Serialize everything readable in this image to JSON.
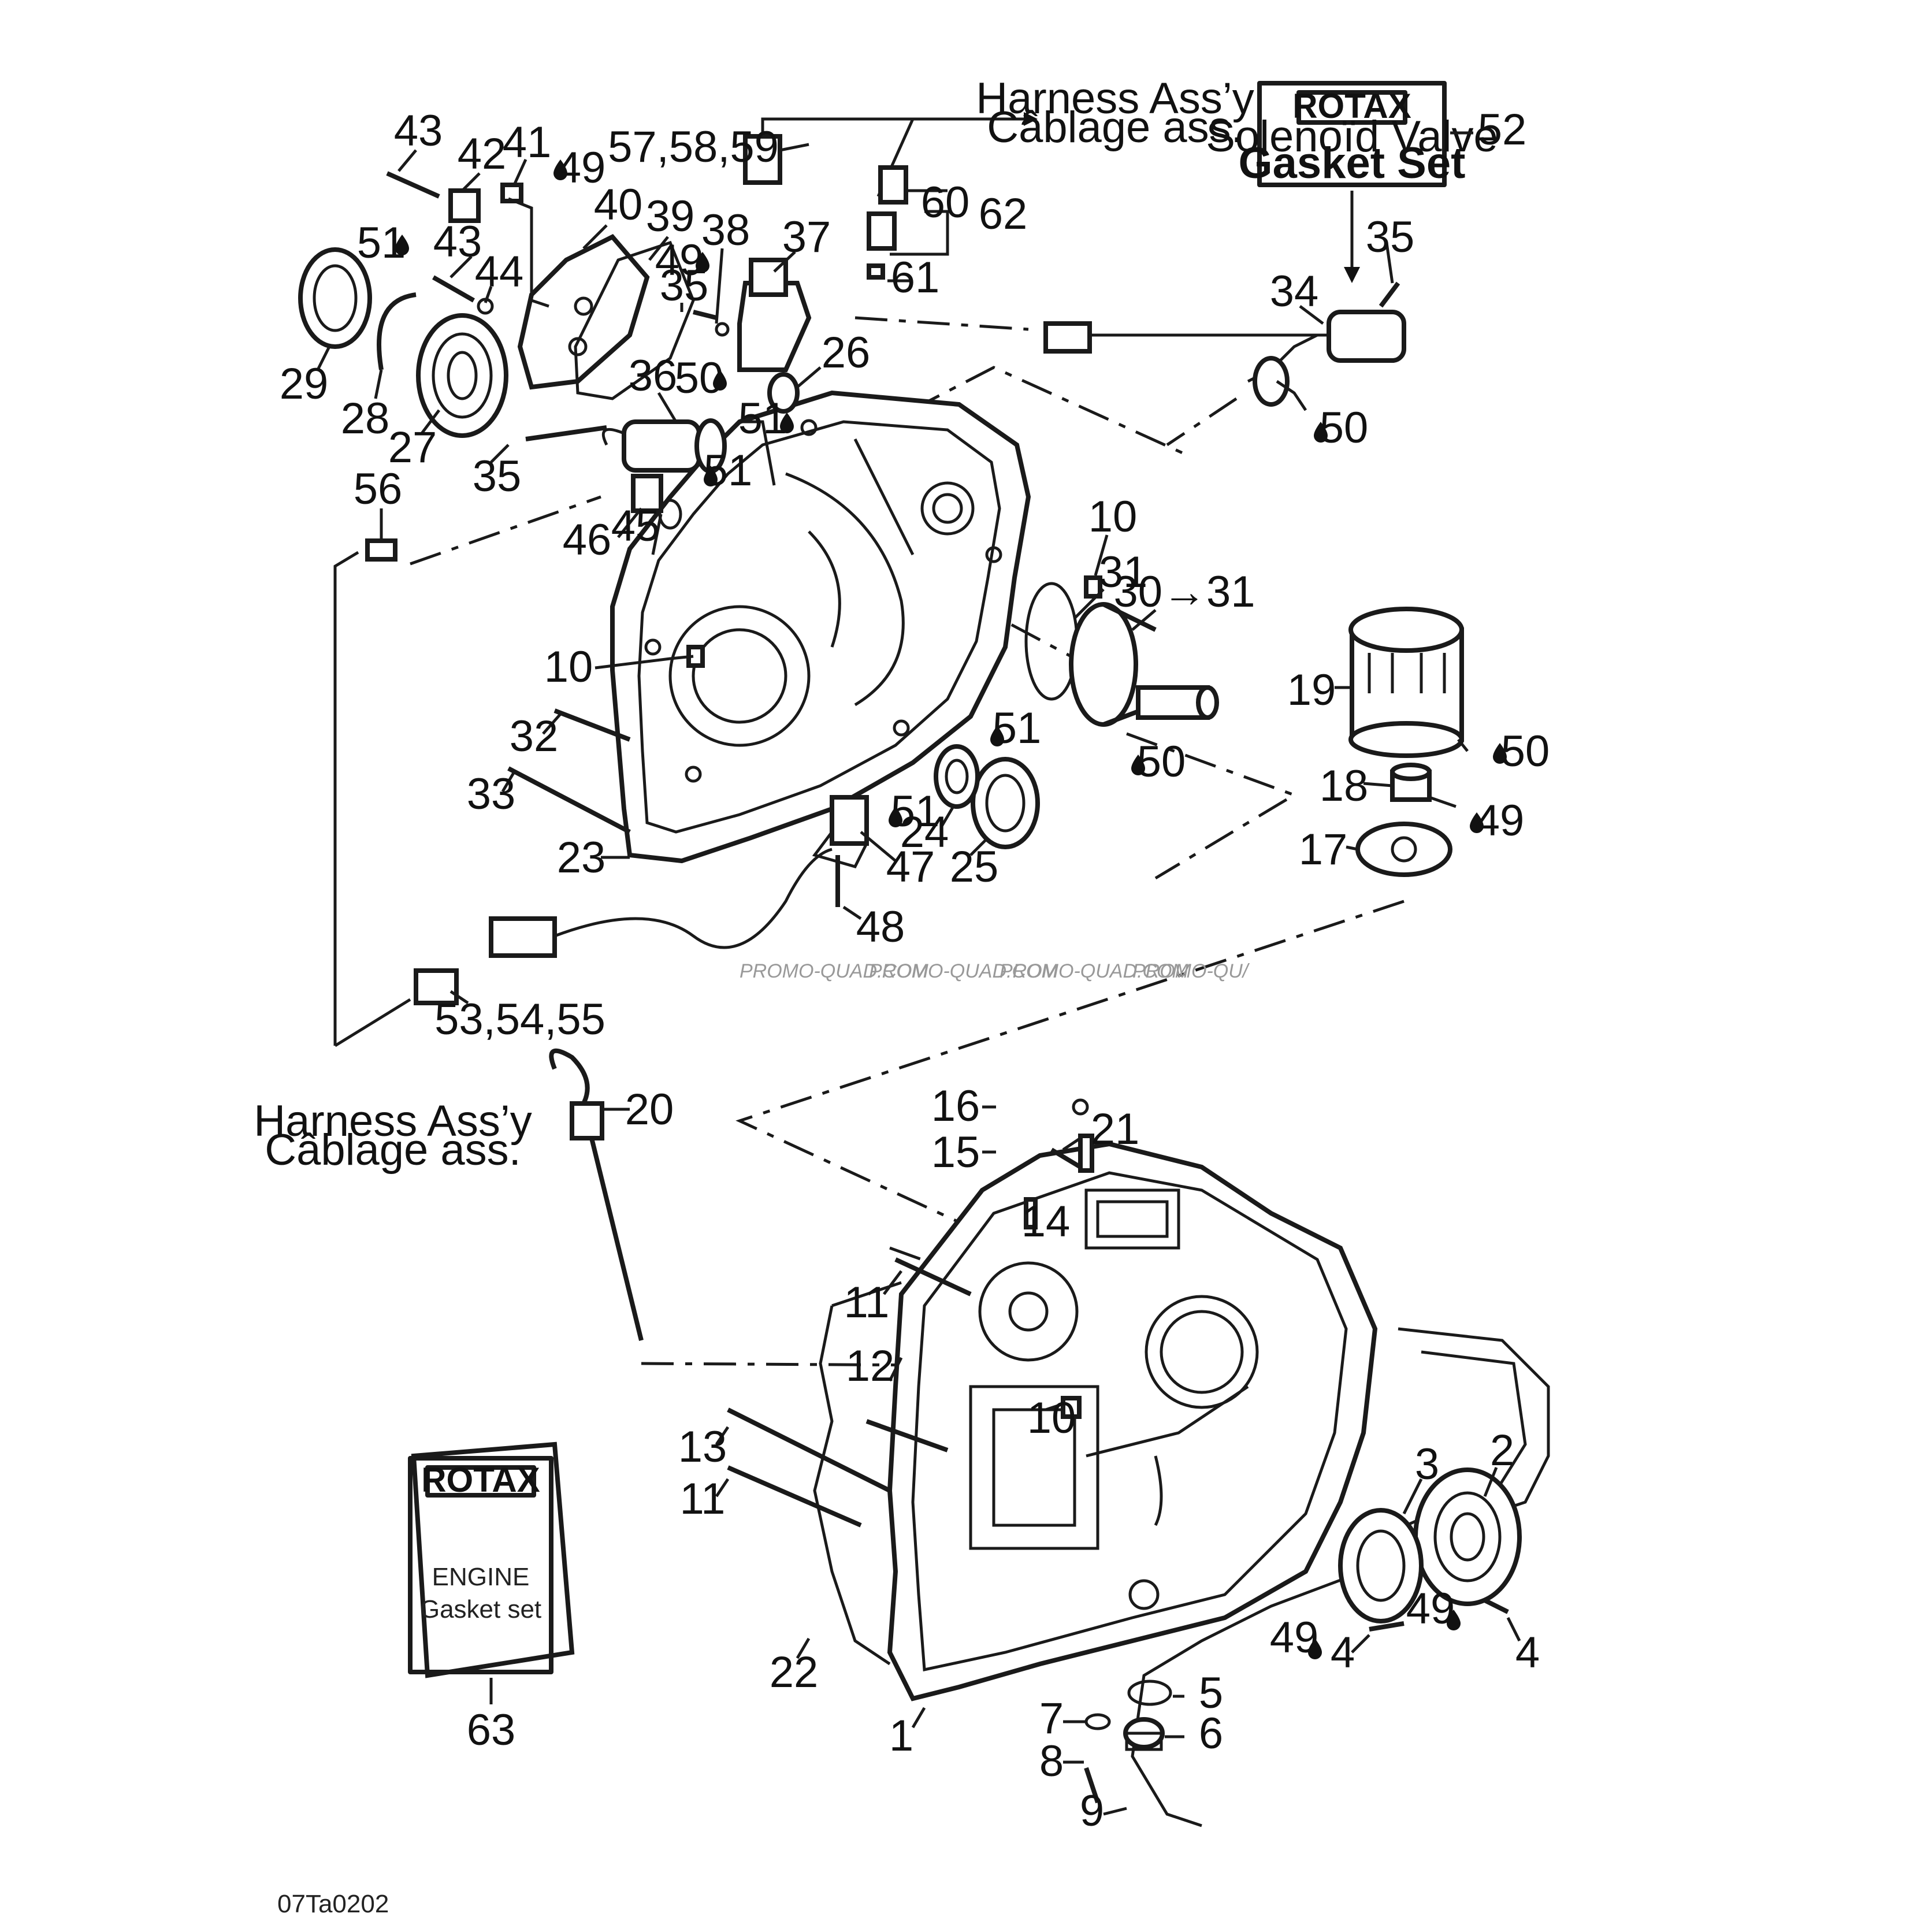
{
  "harness_label_top": [
    "Harness Ass’y",
    "Câblage ass."
  ],
  "harness_label_left": [
    "Harness Ass’y",
    "Câblage ass."
  ],
  "solenoid_kit": {
    "brand": "ROTAX",
    "line1": "Solenoïd Valve",
    "line2": "Gasket Set",
    "ref": "52"
  },
  "engine_kit": {
    "brand": "ROTAX",
    "line1": "ENGINE",
    "line2": "Gasket set",
    "ref": "63"
  },
  "watermark": [
    "PROMO-QUAD.COM",
    "PROMO-QUAD.COM",
    "PROMO-QUAD.COM",
    "PROMO-QU/"
  ],
  "drawing_code": "07Ta0202",
  "callouts": {
    "c1": "1",
    "c2": "2",
    "c3": "3",
    "c4a": "4",
    "c4b": "4",
    "c5": "5",
    "c6": "6",
    "c7": "7",
    "c8": "8",
    "c9": "9",
    "c10a": "10",
    "c10b": "10",
    "c10c": "10",
    "c11a": "11",
    "c11b": "11",
    "c12": "12",
    "c13": "13",
    "c14": "14",
    "c15": "15",
    "c16": "16",
    "c17": "17",
    "c18": "18",
    "c19": "19",
    "c20": "20",
    "c21": "21",
    "c22": "22",
    "c23": "23",
    "c24": "24",
    "c25": "25",
    "c26": "26",
    "c27": "27",
    "c28": "28",
    "c29": "29",
    "c30": "30→31",
    "c31": "31",
    "c32": "32",
    "c33": "33",
    "c34": "34",
    "c35a": "35",
    "c35b": "35",
    "c35c": "35",
    "c36": "36",
    "c37": "37",
    "c38": "38",
    "c39": "39",
    "c40": "40",
    "c41": "41",
    "c42": "42",
    "c43a": "43",
    "c43b": "43",
    "c44": "44",
    "c45": "45",
    "c46": "46",
    "c47": "47",
    "c48": "48",
    "c49a": "49",
    "c49b": "49",
    "c49c": "49",
    "c49d": "49",
    "c49e": "49",
    "c50a": "50",
    "c50b": "50",
    "c50c": "50",
    "c50d": "50",
    "c51a": "51",
    "c51b": "51",
    "c51c": "51",
    "c51d": "51",
    "c51e": "51",
    "c53": "53,54,55",
    "c56": "56",
    "c57": "57,58,59",
    "c60": "60",
    "c61": "61",
    "c62": "62"
  }
}
